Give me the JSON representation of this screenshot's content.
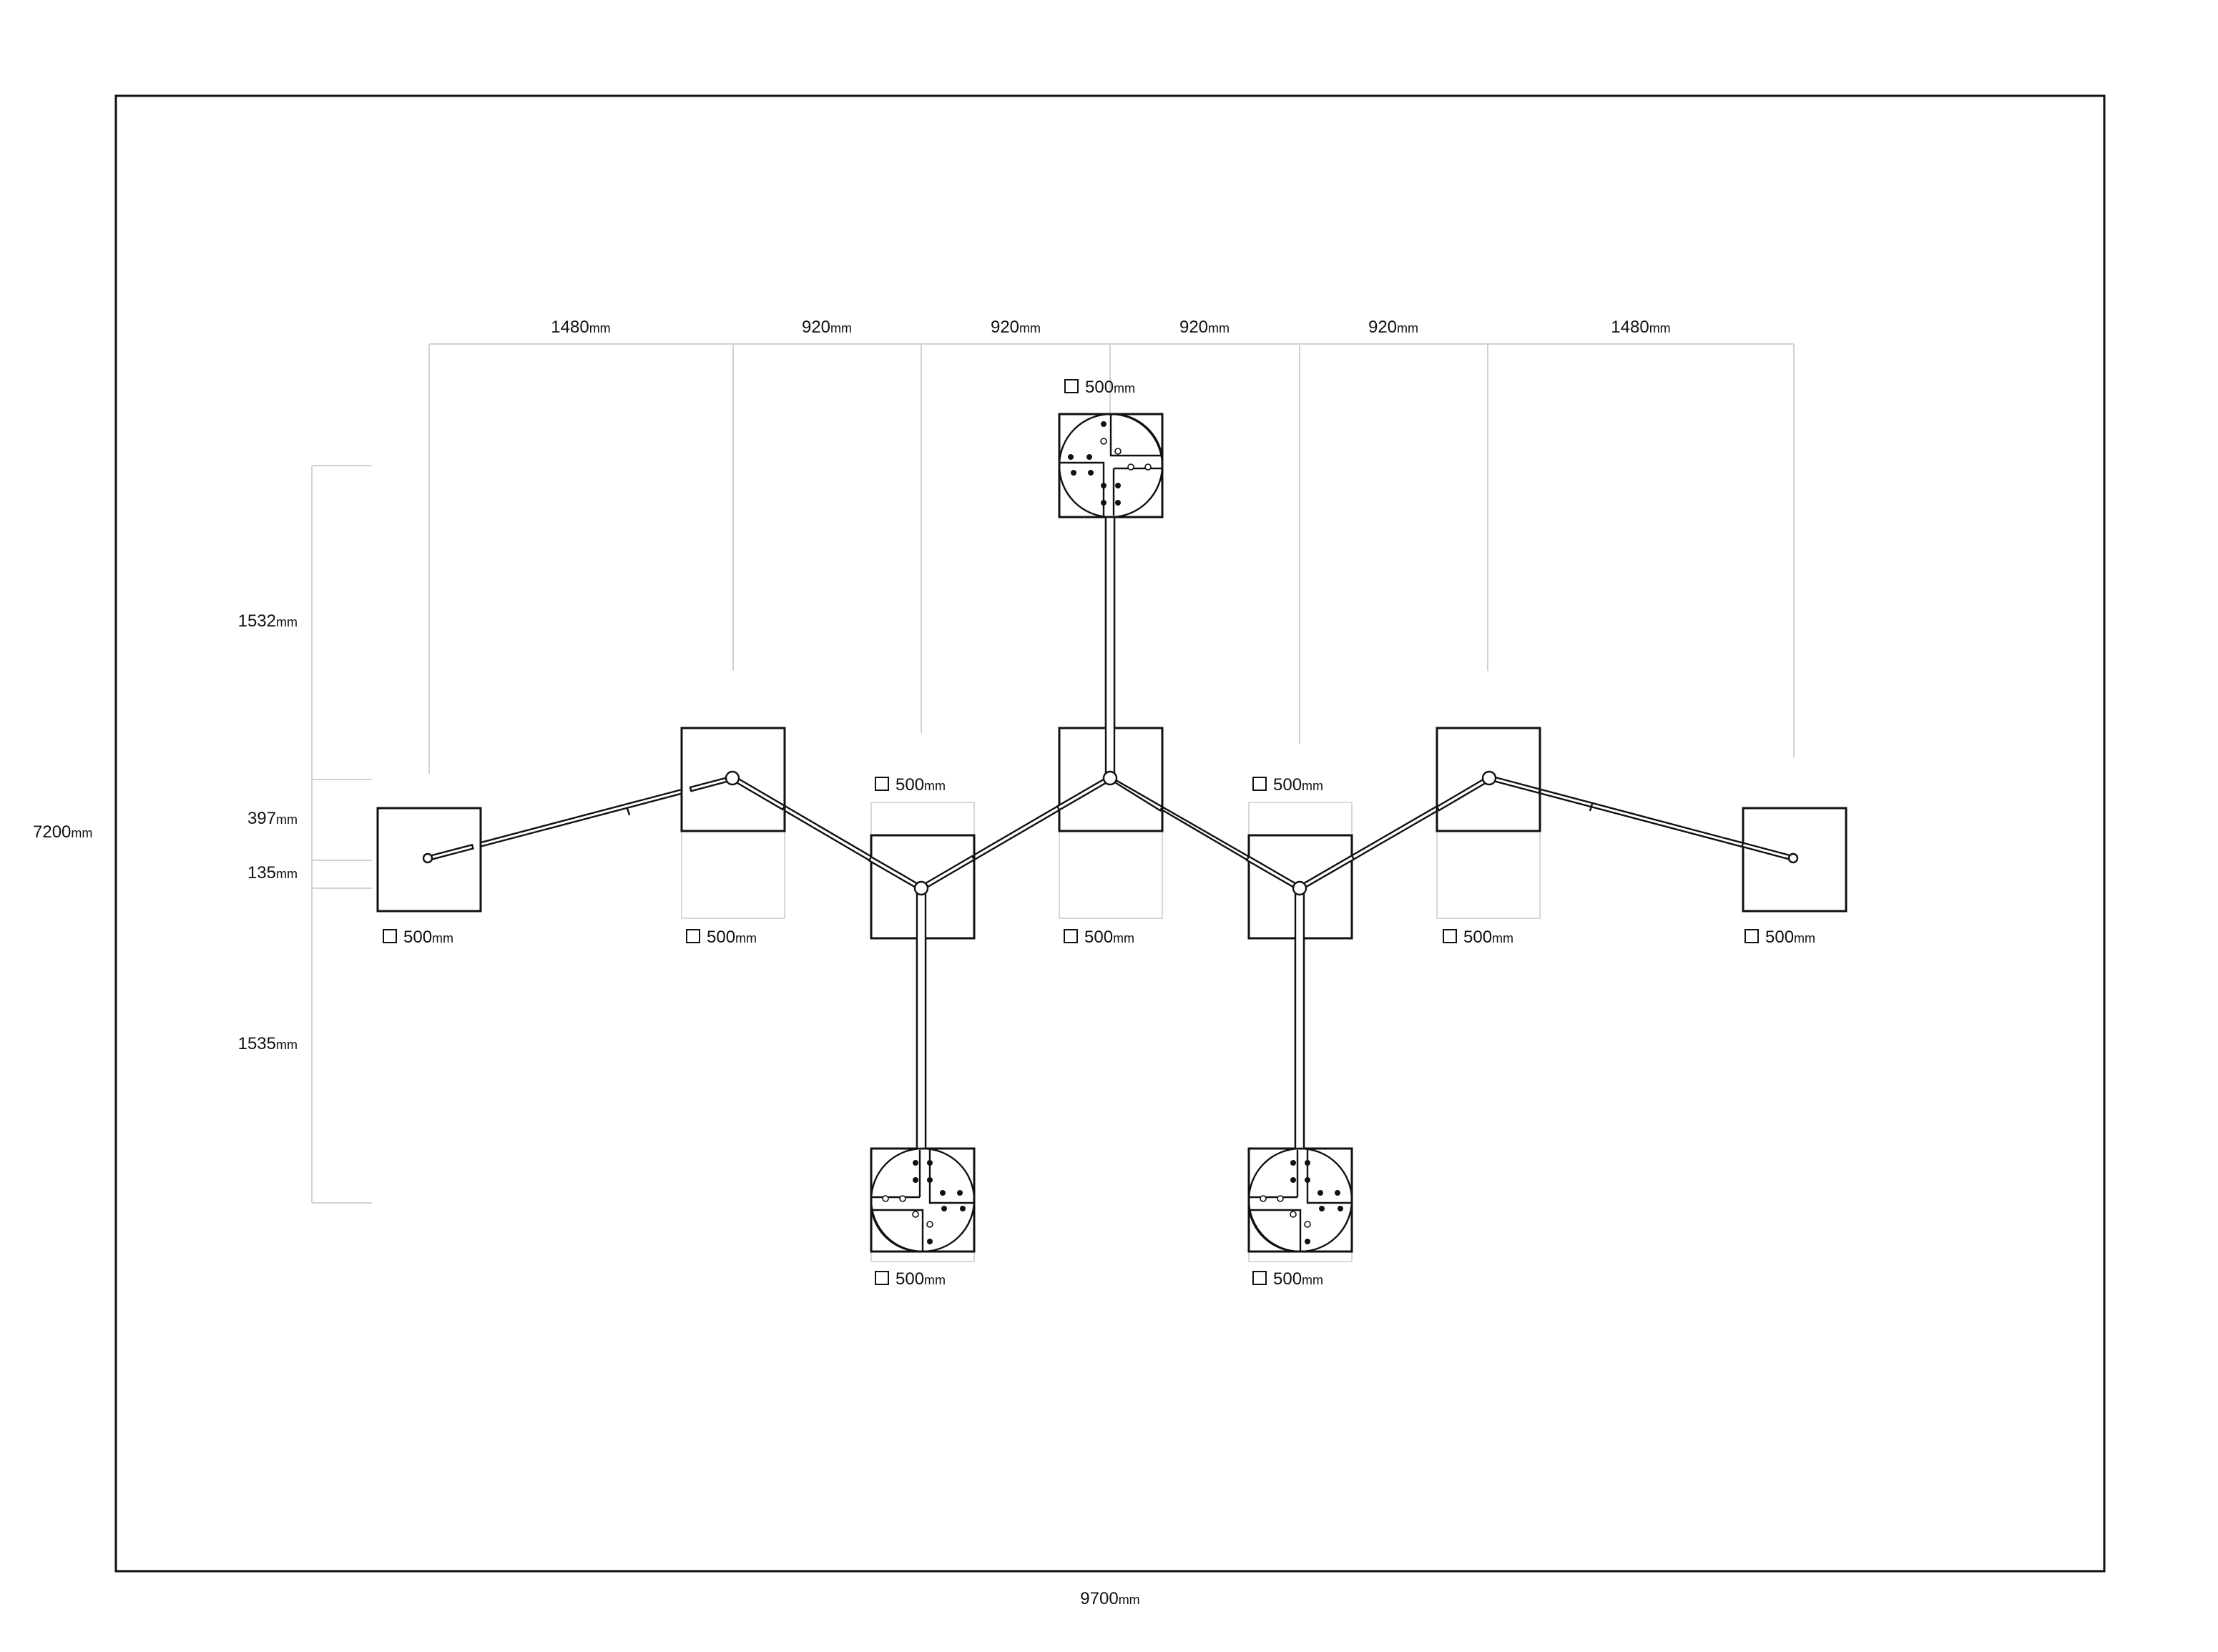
{
  "overall": {
    "width_label": {
      "value": "9700",
      "unit": "mm"
    },
    "height_label": {
      "value": "7200",
      "unit": "mm"
    }
  },
  "horizontal_dimensions": [
    {
      "value": "1480",
      "unit": "mm"
    },
    {
      "value": "920",
      "unit": "mm"
    },
    {
      "value": "920",
      "unit": "mm"
    },
    {
      "value": "920",
      "unit": "mm"
    },
    {
      "value": "920",
      "unit": "mm"
    },
    {
      "value": "1480",
      "unit": "mm"
    }
  ],
  "vertical_dimensions": [
    {
      "value": "1532",
      "unit": "mm"
    },
    {
      "value": "397",
      "unit": "mm"
    },
    {
      "value": "135",
      "unit": "mm"
    },
    {
      "value": "1535",
      "unit": "mm"
    }
  ],
  "module_size": {
    "symbol": "□",
    "value": "500",
    "unit": "mm"
  },
  "modules": [
    {
      "id": "far-left",
      "has_lamp": false
    },
    {
      "id": "left",
      "has_lamp": false
    },
    {
      "id": "center-left",
      "has_lamp": false
    },
    {
      "id": "center",
      "has_lamp": false
    },
    {
      "id": "center-right",
      "has_lamp": false
    },
    {
      "id": "right",
      "has_lamp": false
    },
    {
      "id": "far-right",
      "has_lamp": false
    },
    {
      "id": "top",
      "has_lamp": true
    },
    {
      "id": "bottom-left",
      "has_lamp": true
    },
    {
      "id": "bottom-right",
      "has_lamp": true
    }
  ],
  "colors": {
    "line": "#111111",
    "guide": "#d2d2d2",
    "background": "#ffffff"
  }
}
